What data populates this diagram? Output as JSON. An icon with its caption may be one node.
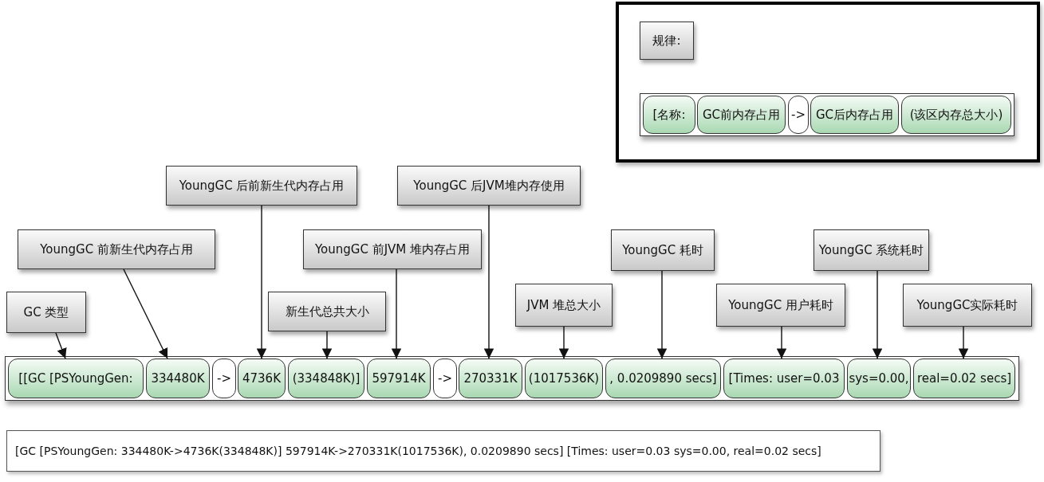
{
  "diagram": {
    "nodes": [
      {
        "text": [],
        "shape": "box"
      },
      {
        "text": [
          "规律:"
        ],
        "in": 0
      },
      {
        "text": [
          "[名称:"
        ],
        "in": 0
      },
      {
        "text": [
          "GC前内存占用"
        ],
        "in": 0
      },
      {
        "text": [
          "->"
        ],
        "in": 0
      },
      {
        "text": [
          "GC后内存占用"
        ],
        "in": 0
      },
      {
        "text": [
          "(该区内存总大小)"
        ],
        "in": 0
      },
      {
        "text": [
          "YoungGC 后前新生代内存占用"
        ]
      },
      {
        "text": [
          "YoungGC 后JVM堆内存使用"
        ]
      },
      {
        "text": [
          "YoungGC 前新生代内存占用"
        ]
      },
      {
        "text": [
          "YoungGC 前JVM 堆内存占用"
        ]
      },
      {
        "text": [
          "YoungGC 耗时"
        ]
      },
      {
        "text": [
          "YoungGC 系统耗时"
        ]
      },
      {
        "text": [
          "GC 类型"
        ]
      },
      {
        "text": [
          "新生代总共大小"
        ]
      },
      {
        "text": [
          "JVM 堆总大小"
        ]
      },
      {
        "text": [
          "YoungGC 用户耗时"
        ]
      },
      {
        "text": [
          "YoungGC实际耗时"
        ]
      },
      {
        "text": [
          "[[GC [PSYoungGen:"
        ]
      },
      {
        "text": [
          "334480K"
        ]
      },
      {
        "text": [
          "->"
        ]
      },
      {
        "text": [
          "4736K"
        ]
      },
      {
        "text": [
          "(334848K)]"
        ]
      },
      {
        "text": [
          "597914K"
        ]
      },
      {
        "text": [
          "->"
        ]
      },
      {
        "text": [
          "270331K"
        ]
      },
      {
        "text": [
          "(1017536K)"
        ]
      },
      {
        "text": [
          ", 0.0209890 secs]"
        ]
      },
      {
        "text": [
          "[Times: user=0.03"
        ]
      },
      {
        "text": [
          "sys=0.00,"
        ]
      },
      {
        "text": [
          "real=0.02 secs]"
        ]
      },
      {
        "text": [
          "[GC [PSYoungGen: 334480K->4736K(334848K)] 597914K->270331K(1017536K), 0.0209890 secs] [Times: user=0.03 sys=0.00, real=0.02 secs]"
        ]
      }
    ],
    "edges": [
      {
        "from": 13,
        "to": 18,
        "arrow": "to"
      },
      {
        "from": 9,
        "to": 19,
        "arrow": "to"
      },
      {
        "from": 7,
        "to": 21,
        "arrow": "to"
      },
      {
        "from": 14,
        "to": 22,
        "arrow": "to"
      },
      {
        "from": 10,
        "to": 23,
        "arrow": "to"
      },
      {
        "from": 8,
        "to": 25,
        "arrow": "to"
      },
      {
        "from": 15,
        "to": 26,
        "arrow": "to"
      },
      {
        "from": 11,
        "to": 27,
        "arrow": "to"
      },
      {
        "from": 16,
        "to": 28,
        "arrow": "to"
      },
      {
        "from": 12,
        "to": 29,
        "arrow": "to"
      },
      {
        "from": 17,
        "to": 30,
        "arrow": "to"
      }
    ]
  }
}
